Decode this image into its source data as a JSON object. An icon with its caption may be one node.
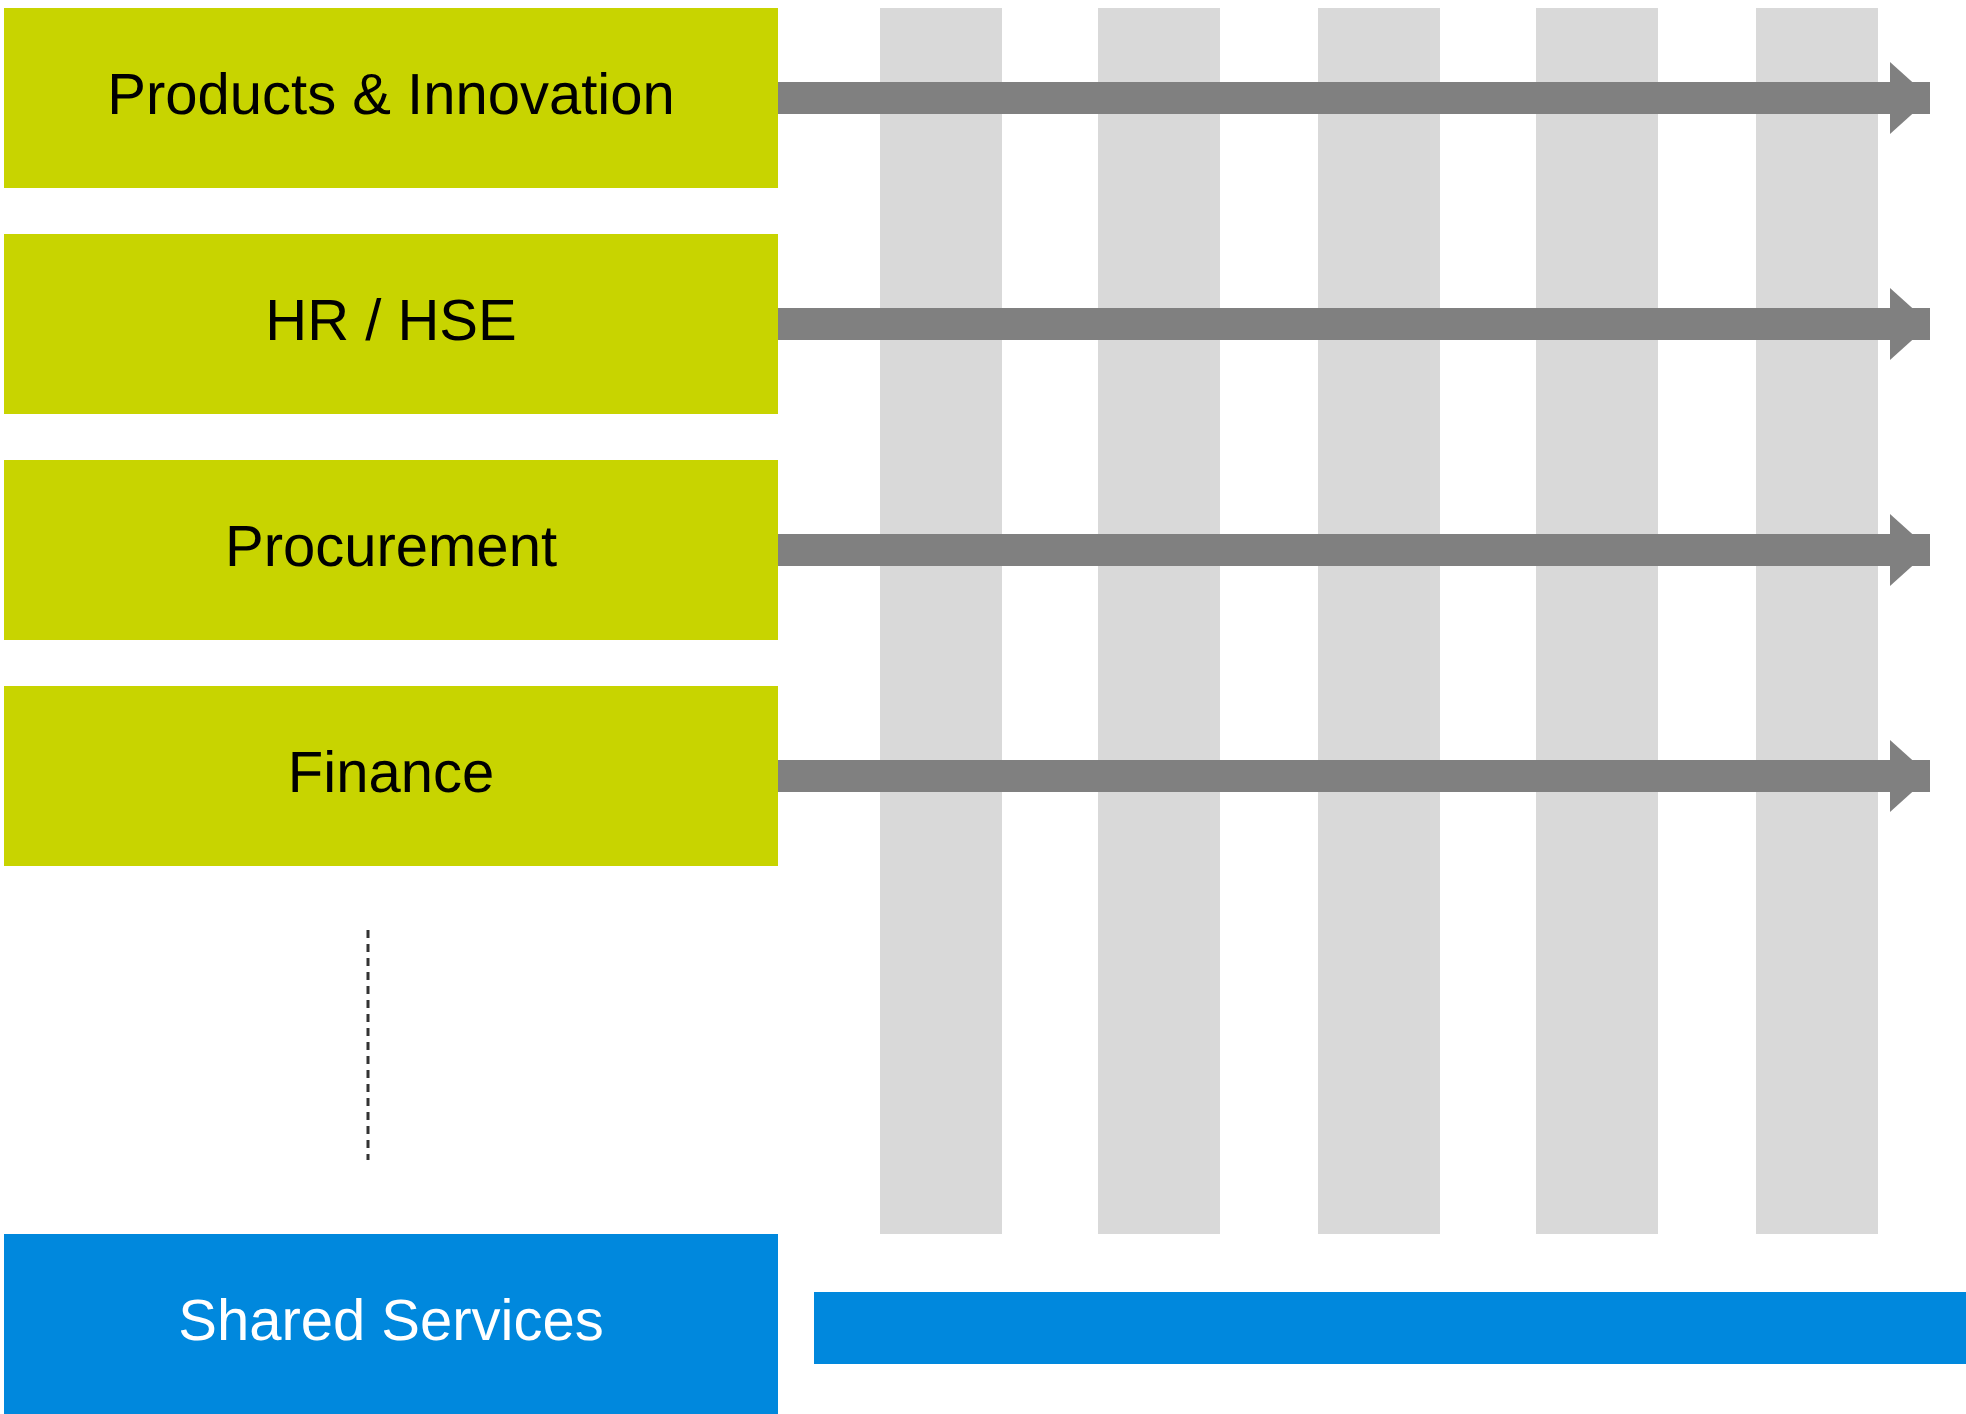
{
  "diagram": {
    "nodes": [
      {
        "text": [
          "Products & Innovation"
        ]
      },
      {
        "text": [
          "HR / HSE"
        ]
      },
      {
        "text": [
          "Procurement"
        ]
      },
      {
        "text": [
          "Finance"
        ]
      },
      {
        "text": [
          "Shared Services"
        ]
      },
      {
        "text": [],
        "shape": "bar"
      }
    ],
    "edges": [
      {
        "from": 0,
        "to": null,
        "arrow": "to"
      },
      {
        "from": 1,
        "to": null,
        "arrow": "to"
      },
      {
        "from": 2,
        "to": null,
        "arrow": "to"
      },
      {
        "from": 3,
        "to": null,
        "arrow": "to"
      }
    ]
  }
}
